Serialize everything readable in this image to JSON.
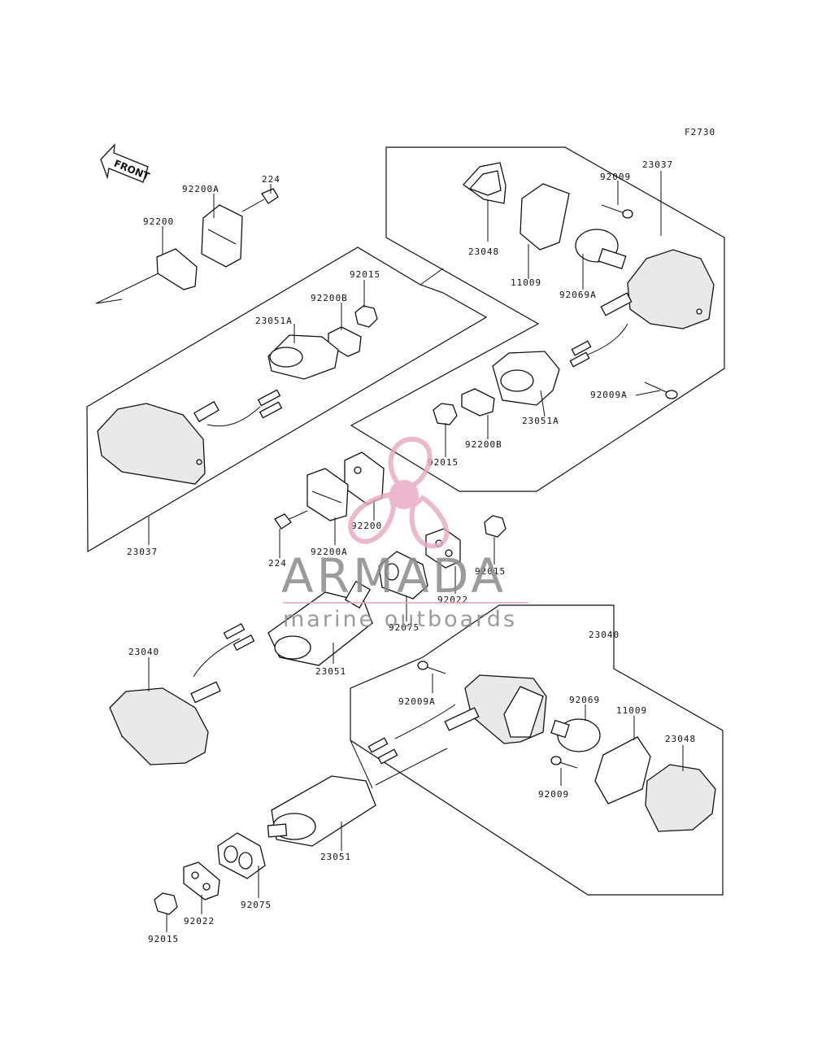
{
  "figure_code": "F2730",
  "front_label": "FRONT",
  "watermark": {
    "brand": "ARMADA",
    "tagline": "marine outboards",
    "logo_color": "#e7a7c2",
    "text_color": "#8a8a8a"
  },
  "labels": {
    "l23037_top": "23037",
    "l23048_top": "23048",
    "l92009_top": "92009",
    "l11009_top": "11009",
    "l92069a": "92069A",
    "l92009a_top": "92009A",
    "l23051a_right": "23051A",
    "l92200b_right": "92200B",
    "l92015_mid": "92015",
    "l92200a_top": "92200A",
    "l224_top": "224",
    "l92200_top": "92200",
    "l92015_top": "92015",
    "l92200b_left": "92200B",
    "l23051a_left": "23051A",
    "l23037_left": "23037",
    "l92200_mid": "92200",
    "l92200a_mid": "92200A",
    "l224_mid": "224",
    "l92015_right": "92015",
    "l92022_mid": "92022",
    "l92075_mid": "92075",
    "l23051_mid": "23051",
    "l23040_left": "23040",
    "l23040_right": "23040",
    "l92009a_bottom": "92009A",
    "l92069": "92069",
    "l11009_bottom": "11009",
    "l23048_bottom": "23048",
    "l92009_bottom": "92009",
    "l23051_bottom": "23051",
    "l92075_bottom": "92075",
    "l92022_bottom": "92022",
    "l92015_bottom": "92015"
  }
}
